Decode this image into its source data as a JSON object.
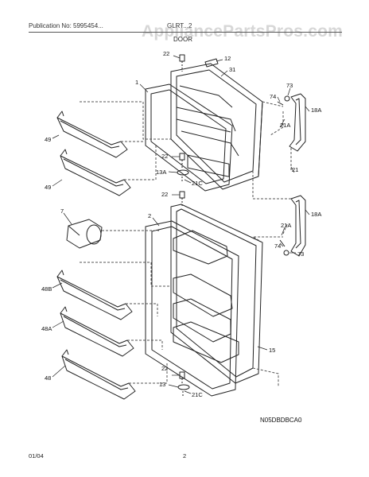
{
  "header": {
    "publication_label": "Publication No: 5995454...",
    "model_label": "GLRT...2",
    "watermark": "AppliancePartsPros.com",
    "section": "DOOR"
  },
  "diagram_code": "N05DBDBCA0",
  "footer": {
    "date": "01/04",
    "page": "2"
  },
  "callouts": {
    "c22a": "22",
    "c12": "12",
    "c31": "31",
    "c1": "1",
    "c73a": "73",
    "c74a": "74",
    "c18a": "18A",
    "c21aa": "21A",
    "c49a": "49",
    "c22b": "22",
    "c13a": "13A",
    "c21ca": "21C",
    "c49b": "49",
    "c21": "21",
    "c22c": "22",
    "c7": "7",
    "c2": "2",
    "c18b": "18A",
    "c21ab": "21A",
    "c74b": "74",
    "c73b": "73",
    "c48b": "48B",
    "c15": "15",
    "c48a": "48A",
    "c22d": "22",
    "c13": "13",
    "c21cb": "21C",
    "c48": "48"
  },
  "colors": {
    "line": "#222222",
    "dash": "#555555",
    "watermark": "#969696"
  }
}
